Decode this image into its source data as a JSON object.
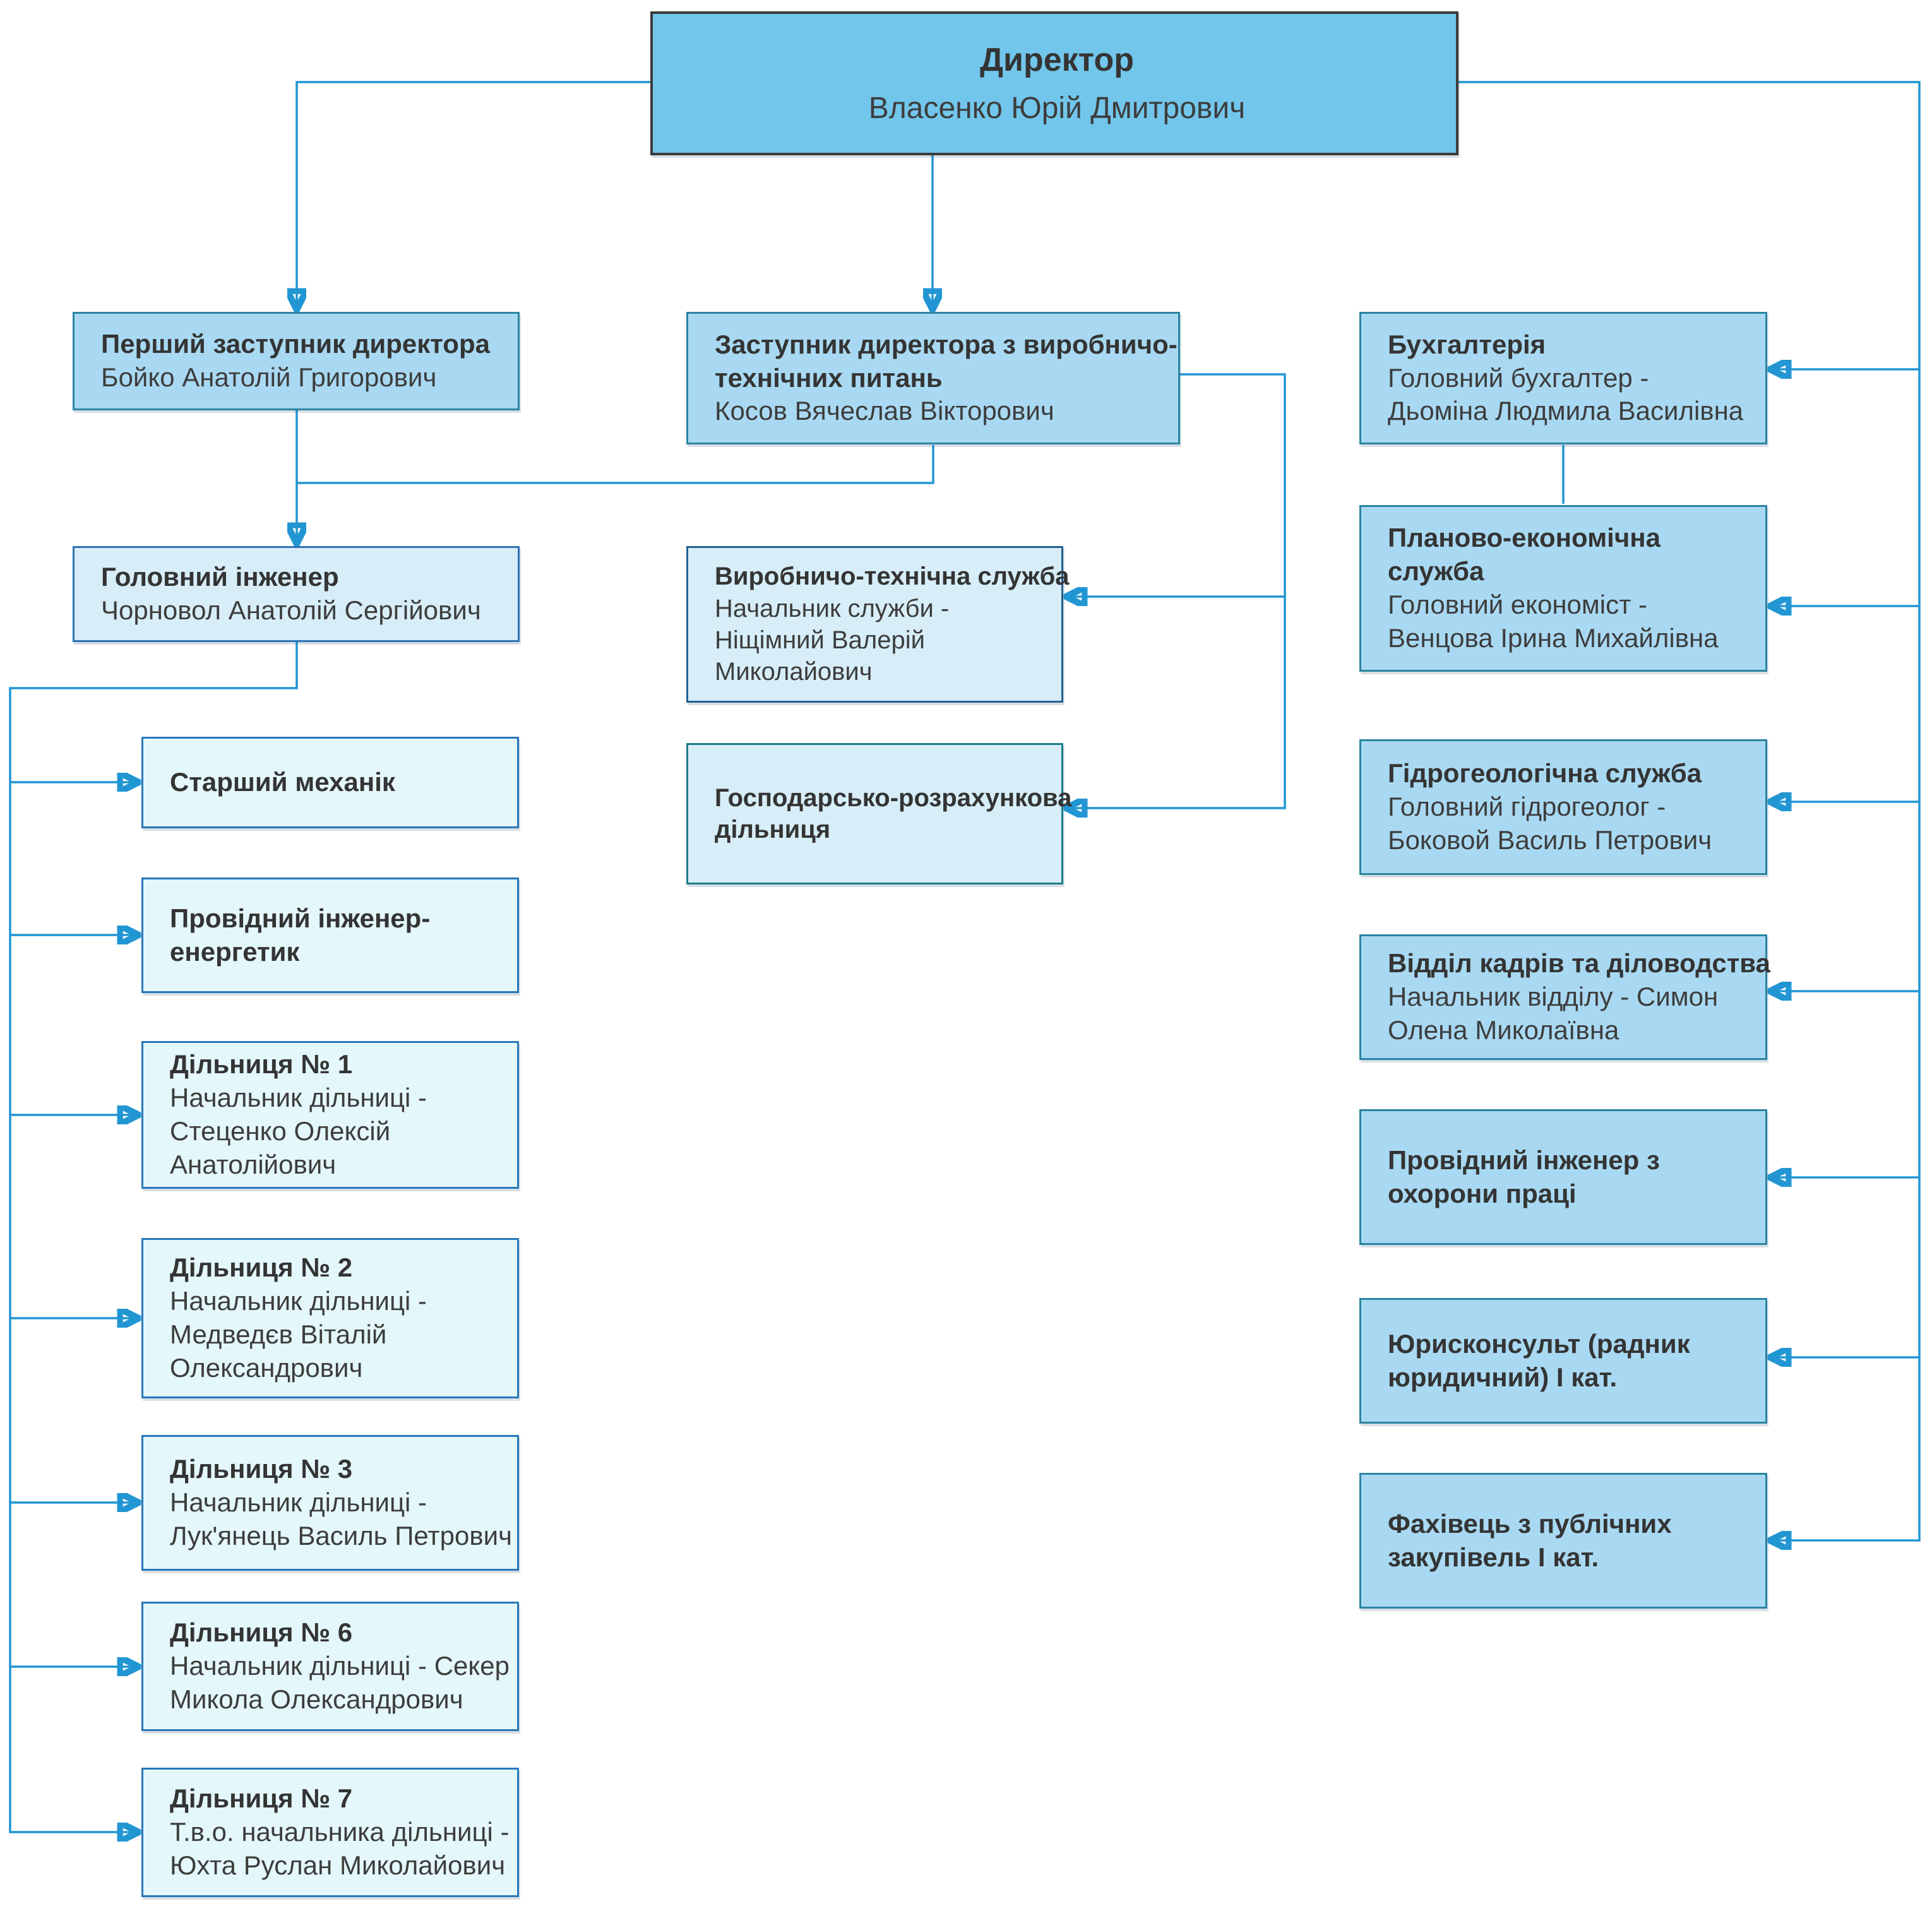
{
  "colors": {
    "connector": "#2196D3",
    "director_fill": "#72C6EB",
    "level2_fill": "#A9D9F2",
    "level3_fill": "#D7EEF8",
    "pale_fill": "#E4F7FB",
    "teal_border": "#2A84A0",
    "blue_border": "#2E74B5",
    "text": "#3a3a3a"
  },
  "boxes": {
    "director": {
      "t": [
        "Директор"
      ],
      "s": [
        "Власенко Юрій Дмитрович"
      ]
    },
    "first_deputy": {
      "t": [
        "Перший заступник директора"
      ],
      "s": [
        "Бойко Анатолій Григорович"
      ]
    },
    "deputy_tech": {
      "t": [
        "Заступник директора з виробничо-",
        "технічних питань"
      ],
      "s": [
        "Косов Вячеслав Вікторович"
      ]
    },
    "accounting": {
      "t": [
        "Бухгалтерія"
      ],
      "s": [
        "Головний бухгалтер -",
        "Дьоміна Людмила Василівна"
      ]
    },
    "chief_engineer": {
      "t": [
        "Головний інженер"
      ],
      "s": [
        "Чорновол Анатолій Сергійович"
      ]
    },
    "prod_tech": {
      "t": [
        "Виробничо-технічна служба"
      ],
      "s": [
        "Начальник служби -",
        "Ніщімний Валерій",
        "Миколайович"
      ]
    },
    "hoz_unit": {
      "t": [
        "Господарсько-розрахункова",
        "дільниця"
      ],
      "s": []
    },
    "planning": {
      "t": [
        "Планово-економічна",
        "служба"
      ],
      "s": [
        "Головний економіст -",
        "Венцова Ірина Михайлівна"
      ]
    },
    "hydro": {
      "t": [
        "Гідрогеологічна служба"
      ],
      "s": [
        "Головний гідрогеолог -",
        "Боковой Василь Петрович"
      ]
    },
    "hr": {
      "t": [
        "Відділ кадрів та діловодства"
      ],
      "s": [
        "Начальник відділу - Симон",
        "Олена Миколаївна"
      ]
    },
    "safety": {
      "t": [
        "Провідний інженер з",
        "охорони праці"
      ],
      "s": []
    },
    "legal": {
      "t": [
        "Юрисконсульт (радник",
        "юридичний) І кат."
      ],
      "s": []
    },
    "procurement": {
      "t": [
        "Фахівець з публічних",
        "закупівель І кат."
      ],
      "s": []
    },
    "mechanic": {
      "t": [
        "Старший механік"
      ],
      "s": []
    },
    "energy": {
      "t": [
        "Провідний інженер-",
        "енергетик"
      ],
      "s": []
    },
    "unit1": {
      "t": [
        "Дільниця № 1"
      ],
      "s": [
        "Начальник дільниці -",
        "Стеценко Олексій",
        "Анатолійович"
      ]
    },
    "unit2": {
      "t": [
        "Дільниця № 2"
      ],
      "s": [
        "Начальник дільниці -",
        "Медведєв Віталій",
        "Олександрович"
      ]
    },
    "unit3": {
      "t": [
        "Дільниця № 3"
      ],
      "s": [
        "Начальник дільниці -",
        "Лук'янець Василь Петрович"
      ]
    },
    "unit6": {
      "t": [
        "Дільниця № 6"
      ],
      "s": [
        "Начальник дільниці - Секер",
        "Микола Олександрович"
      ]
    },
    "unit7": {
      "t": [
        "Дільниця № 7"
      ],
      "s": [
        "Т.в.о. начальника дільниці -",
        "Юхта Руслан Миколайович"
      ]
    }
  }
}
